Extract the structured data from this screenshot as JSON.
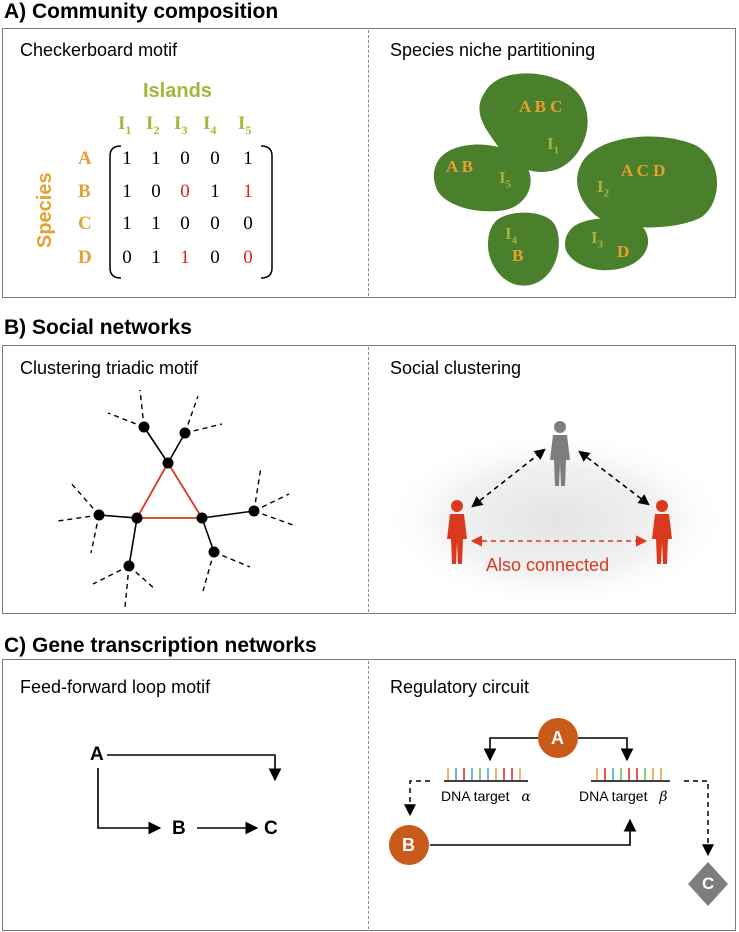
{
  "sections": {
    "a_title": "A) Community composition",
    "b_title": "B) Social networks",
    "c_title": "C) Gene transcription networks"
  },
  "panel_a": {
    "left_title": "Checkerboard motif",
    "right_title": "Species niche partitioning",
    "islands_label": "Islands",
    "species_label": "Species",
    "island_headers": [
      {
        "base": "I",
        "sub": "1"
      },
      {
        "base": "I",
        "sub": "2"
      },
      {
        "base": "I",
        "sub": "3"
      },
      {
        "base": "I",
        "sub": "4"
      },
      {
        "base": "I",
        "sub": "5"
      }
    ],
    "species_rows": [
      "A",
      "B",
      "C",
      "D"
    ],
    "matrix": [
      [
        "1",
        "1",
        "0",
        "0",
        "1"
      ],
      [
        "1",
        "0",
        "0",
        "1",
        "1"
      ],
      [
        "1",
        "1",
        "0",
        "0",
        "0"
      ],
      [
        "0",
        "1",
        "1",
        "0",
        "0"
      ]
    ],
    "highlight_color": "#e02020",
    "island_color": "#4a7f2c",
    "islands": [
      {
        "species": "A  B  C",
        "name": "I",
        "sub": "1"
      },
      {
        "species": "A  C  D",
        "name": "I",
        "sub": "2"
      },
      {
        "species": "D",
        "name": "I",
        "sub": "3"
      },
      {
        "species": "B",
        "name": "I",
        "sub": "4"
      },
      {
        "species": "A  B",
        "name": "I",
        "sub": "5"
      }
    ]
  },
  "panel_b": {
    "left_title": "Clustering triadic motif",
    "right_title": "Social clustering",
    "connection_label": "Also connected",
    "triangle_color": "#d93a1f",
    "person_colors": {
      "top": "#7d7d7d",
      "sides": "#d93a1f"
    }
  },
  "panel_c": {
    "left_title": "Feed-forward loop motif",
    "right_title": "Regulatory circuit",
    "ffl_nodes": {
      "a": "A",
      "b": "B",
      "c": "C"
    },
    "circuit_nodes": {
      "a": "A",
      "b": "B",
      "c": "C"
    },
    "dna_alpha": {
      "text": "DNA target",
      "greek": "α"
    },
    "dna_beta": {
      "text": "DNA target",
      "greek": "β"
    },
    "node_colors": {
      "a": "#c85a1a",
      "b": "#c85a1a",
      "c": "#7d7d7d"
    }
  }
}
